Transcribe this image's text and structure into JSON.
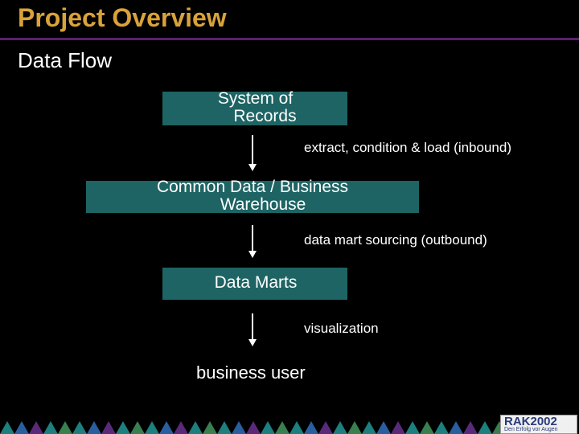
{
  "slide": {
    "title": "Project Overview",
    "subtitle": "Data Flow"
  },
  "diagram": {
    "nodes": [
      {
        "label_line1": "System of",
        "label_line2": "Records"
      },
      {
        "label_line1": "Common Data / Business",
        "label_line2": "Warehouse"
      },
      {
        "label": "Data Marts"
      }
    ],
    "steps": [
      "extract, condition & load (inbound)",
      "data mart sourcing (outbound)",
      "visualization"
    ],
    "end_node": "business user"
  },
  "footer": {
    "logo_text": "RAK2002",
    "logo_tagline": "Den Erfolg vor Augen"
  },
  "colors": {
    "title": "#d9a23a",
    "rule": "#5a1f6e",
    "box": "#1e6464",
    "background": "#000000"
  }
}
